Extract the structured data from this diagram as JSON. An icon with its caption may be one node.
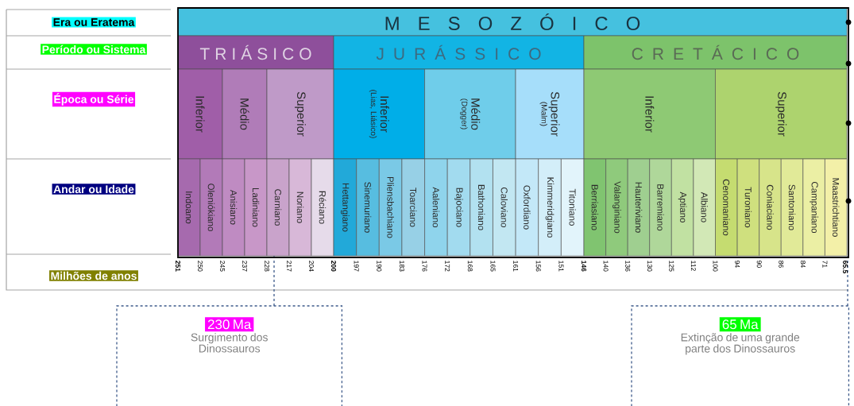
{
  "diagram": {
    "nodes": [
      {
        "text": [
          "M E S O Z Ó I C O"
        ]
      },
      {
        "text": [
          "T R I Á S I C O"
        ]
      },
      {
        "text": [
          "J U R Á S S I C O"
        ]
      },
      {
        "text": [
          "C R E T Á C I C O"
        ]
      },
      {
        "text": [
          "Inferior"
        ]
      },
      {
        "text": [
          "Médio"
        ]
      },
      {
        "text": [
          "Superior"
        ]
      },
      {
        "text": [
          "Inferior",
          "(Lias, Liásico)"
        ]
      },
      {
        "text": [
          "Médio",
          "(Dogger)"
        ]
      },
      {
        "text": [
          "Superior",
          "(Malm)"
        ]
      },
      {
        "text": [
          "Inferior"
        ]
      },
      {
        "text": [
          "Superior"
        ]
      },
      {
        "text": [
          "Indoano"
        ]
      },
      {
        "text": [
          "Oleniókiano"
        ]
      },
      {
        "text": [
          "Anisiano"
        ]
      },
      {
        "text": [
          "Ladiniano"
        ]
      },
      {
        "text": [
          "Carniano"
        ]
      },
      {
        "text": [
          "Noriano"
        ]
      },
      {
        "text": [
          "Réciano"
        ]
      },
      {
        "text": [
          "Hettangiano"
        ]
      },
      {
        "text": [
          "Sinemuriano"
        ]
      },
      {
        "text": [
          "Pliensbachiano"
        ]
      },
      {
        "text": [
          "Toarciano"
        ]
      },
      {
        "text": [
          "Aaleniano"
        ]
      },
      {
        "text": [
          "Bajociano"
        ]
      },
      {
        "text": [
          "Bathoniano"
        ]
      },
      {
        "text": [
          "Caloviano"
        ]
      },
      {
        "text": [
          "Oxfordiano"
        ]
      },
      {
        "text": [
          "Kimmeridgiano"
        ]
      },
      {
        "text": [
          "Titoniano"
        ]
      },
      {
        "text": [
          "Berriasiano"
        ]
      },
      {
        "text": [
          "Valanginiano"
        ]
      },
      {
        "text": [
          "Hauteriviano"
        ]
      },
      {
        "text": [
          "Barremiano"
        ]
      },
      {
        "text": [
          "Aptiano"
        ]
      },
      {
        "text": [
          "Albiano"
        ]
      },
      {
        "text": [
          "Cenomaniano"
        ]
      },
      {
        "text": [
          "Turoniano"
        ]
      },
      {
        "text": [
          "Coniaciano"
        ]
      },
      {
        "text": [
          "Santoniano"
        ]
      },
      {
        "text": [
          "Campaniano"
        ]
      },
      {
        "text": [
          "Maastrichtiano"
        ]
      },
      {
        "text": [
          "230 Ma",
          "Surgimento dos Dinossauros"
        ]
      },
      {
        "text": [
          "65 Ma",
          "Extinção de uma grande parte dos Dinossauros"
        ]
      }
    ],
    "edges": [
      {
        "from": 42,
        "to": 16,
        "arrow": "none",
        "style": "dashed"
      },
      {
        "from": 43,
        "to": 41,
        "arrow": "none",
        "style": "dashed"
      }
    ],
    "labels": [
      "Era ou Eratema",
      "Período ou Sistema",
      "Época ou Série",
      "Andar ou Idade",
      "Milhões de anos",
      "251",
      "250",
      "245",
      "237",
      "228",
      "217",
      "204",
      "200",
      "197",
      "190",
      "183",
      "176",
      "172",
      "168",
      "165",
      "161",
      "156",
      "151",
      "146",
      "140",
      "136",
      "130",
      "125",
      "112",
      "100",
      "94",
      "90",
      "86",
      "84",
      "71",
      "65.5"
    ]
  }
}
